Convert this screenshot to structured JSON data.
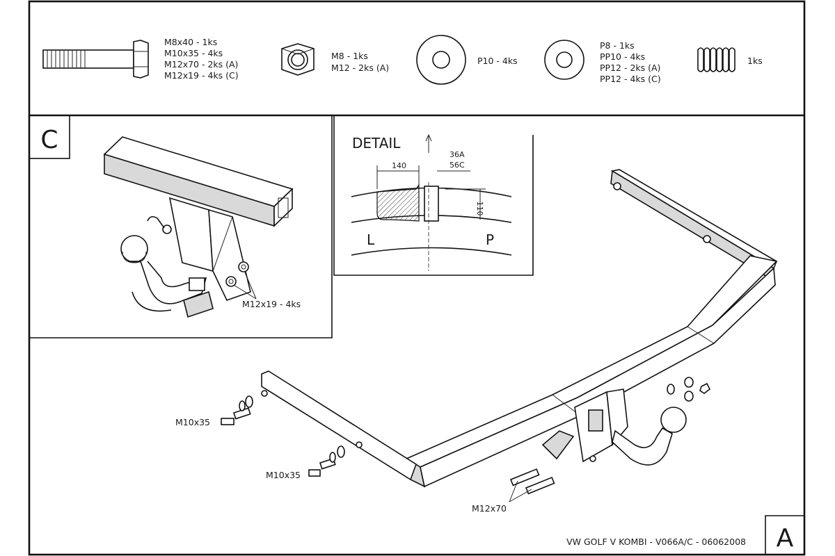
{
  "hardware": {
    "bolt_lines": [
      "M8x40 - 1ks",
      "M10x35 - 4ks",
      "M12x70 - 2ks (A)",
      "M12x19 - 4ks (C)"
    ],
    "nut_lines": [
      "M8 - 1ks",
      "M12 - 2ks (A)"
    ],
    "large_washer_lines": [
      "P10 - 4ks"
    ],
    "flat_washer_lines": [
      "P8 - 1ks",
      "PP10 - 4ks",
      "PP12 - 2ks (A)",
      "PP12 - 4ks (C)"
    ],
    "spring_lines": [
      "1ks"
    ]
  },
  "view_c": {
    "letter": "C",
    "bolt_label": "M12x19 - 4ks"
  },
  "detail": {
    "title": "DETAIL",
    "dim_width": "140",
    "dim_height": "110",
    "code_a": "36A",
    "code_c": "56C",
    "left_label": "L",
    "right_label": "P"
  },
  "main": {
    "bolt_label_upper": "M10x35",
    "bolt_label_lower": "M10x35",
    "bolt_label_right": "M12x70"
  },
  "footer": {
    "title_text": "VW GOLF V KOMBI - V066A/C - 06062008",
    "view_letter": "A"
  }
}
